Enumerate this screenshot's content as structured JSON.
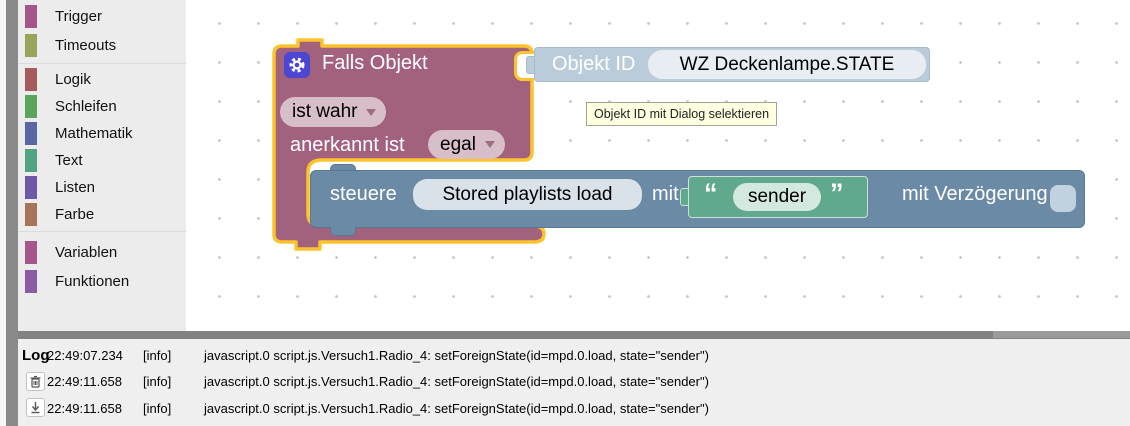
{
  "colors": {
    "selection_outline": "#fcc32d",
    "falls_block": "#a2627e",
    "steuere_block": "#6b8aa5",
    "objektid_block": "#bacbda",
    "text_block": "#61a98c",
    "gear_badge": "#4b47d2",
    "tooltip_bg": "#ffffe1"
  },
  "sidebar": {
    "groups": [
      {
        "items": [
          {
            "label": "Trigger",
            "color": "#a5548c"
          },
          {
            "label": "Timeouts",
            "color": "#9aa55b"
          }
        ]
      },
      {
        "items": [
          {
            "label": "Logik",
            "color": "#a55b5b"
          },
          {
            "label": "Schleifen",
            "color": "#5ba55b"
          },
          {
            "label": "Mathematik",
            "color": "#5b67a5"
          },
          {
            "label": "Text",
            "color": "#53a284"
          },
          {
            "label": "Listen",
            "color": "#6f58a8"
          },
          {
            "label": "Farbe",
            "color": "#a5745b"
          }
        ]
      },
      {
        "items": [
          {
            "label": "Variablen",
            "color": "#a5578c"
          },
          {
            "label": "Funktionen",
            "color": "#8c5ba5"
          }
        ]
      }
    ]
  },
  "workspace": {
    "falls_block": {
      "title": "Falls Objekt",
      "condition_value": "ist wahr",
      "ack_label": "anerkannt ist",
      "ack_value": "egal"
    },
    "objektid_block": {
      "label": "Objekt ID",
      "value": "WZ Deckenlampe.STATE"
    },
    "tooltip": "Objekt ID mit Dialog selektieren",
    "steuere_block": {
      "label": "steuere",
      "oid_value": "Stored playlists load",
      "with_label": "mit",
      "delay_label": "mit Verzögerung",
      "delay_checked": false
    },
    "text_block": {
      "open_quote": "“",
      "value": "sender",
      "close_quote": "”"
    }
  },
  "log": {
    "title": "Log",
    "entries": [
      {
        "time": "22:49:07.234",
        "level": "[info]",
        "message": "javascript.0 script.js.Versuch1.Radio_4: setForeignState(id=mpd.0.load, state=\"sender\")"
      },
      {
        "time": "22:49:11.658",
        "level": "[info]",
        "message": "javascript.0 script.js.Versuch1.Radio_4: setForeignState(id=mpd.0.load, state=\"sender\")"
      },
      {
        "time": "22:49:11.658",
        "level": "[info]",
        "message": "javascript.0 script.js.Versuch1.Radio_4: setForeignState(id=mpd.0.load, state=\"sender\")"
      }
    ]
  }
}
